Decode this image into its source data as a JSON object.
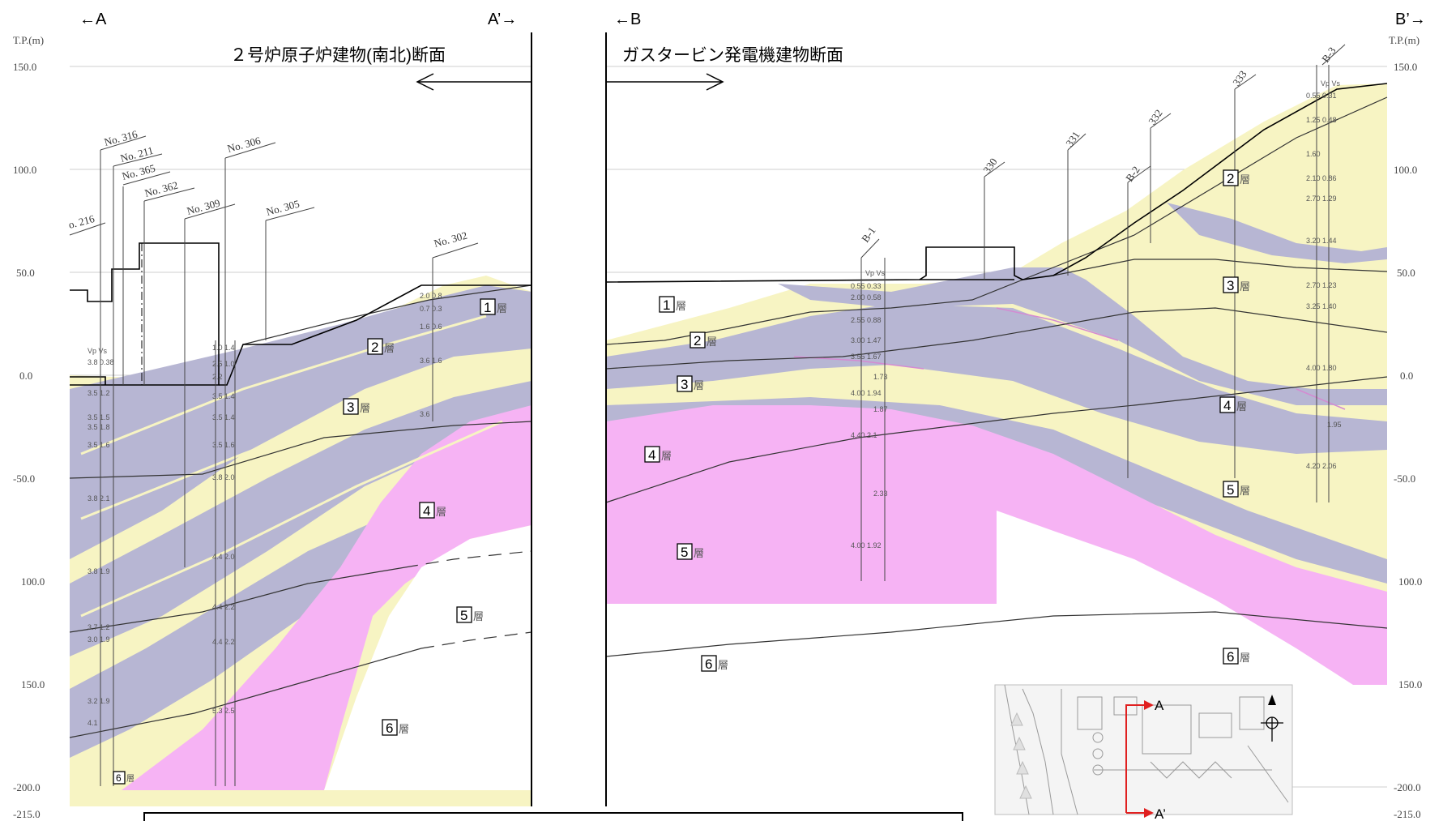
{
  "headers": {
    "a_left": "←A",
    "a_right": "A’→",
    "b_left": "←B",
    "b_right": "B’→"
  },
  "axis": {
    "unit_label": "T.P.(m)",
    "ticks": [
      "150.0",
      "100.0",
      "50.0",
      "0.0",
      "-50.0",
      "100.0",
      "150.0",
      "-200.0",
      "-215.0"
    ]
  },
  "titles": {
    "left": "２号炉原子炉建物(南北)断面",
    "right": "ガスタービン発電機建物断面"
  },
  "boreholes_left": [
    "No. 316",
    "No. 211",
    "No. 365",
    "No. 362",
    "No. 309",
    "No. 306",
    "No. 305",
    "No. 302",
    "o. 216"
  ],
  "boreholes_right": [
    "B-1",
    "330",
    "331",
    "B-2",
    "332",
    "333",
    "B-3"
  ],
  "layer_marker": "層",
  "layers_left": [
    "1",
    "2",
    "3",
    "4",
    "5",
    "6",
    "6"
  ],
  "layers_right": [
    "1",
    "2",
    "3",
    "4",
    "5",
    "6",
    "2",
    "3",
    "4",
    "5",
    "6"
  ],
  "velocity_header": "Vp Vs",
  "velocities_left_a": [
    "3.8 0.38",
    "3.5 1.2",
    "3.5 1.5",
    "3.5 1.8",
    "3.5 1.6",
    "3.8 2.1",
    "3.8 1.9",
    "3.7 1.2",
    "3.0 1.9",
    "3.2 1.9",
    "4.1"
  ],
  "velocities_left_b": [
    "1.0 1.4",
    "2.5 1.0",
    "2.2",
    "3.5 1.4",
    "3.5 1.4",
    "3.5 1.6",
    "3.8 2.0",
    "4.4 2.0",
    "4.4 2.2",
    "4.4 2.2",
    "5.3 2.5"
  ],
  "velocities_left_c": [
    "2.0 0.8",
    "0.7 0.3",
    "1.6 0.6",
    "3.6 1.6",
    "3.6"
  ],
  "velocities_b1": [
    "0.55 0.33",
    "2.00 0.58",
    "2.55 0.88",
    "3.00 1.47",
    "3.55 1.67",
    "1.73",
    "4.00 1.94",
    "1.87",
    "4.40 2.1",
    "2.33",
    "4.00 1.92"
  ],
  "velocities_b3": [
    "0.55 0.31",
    "1.25 0.48",
    "1.60",
    "2.10 0.86",
    "2.70 1.29",
    "3.20 1.44",
    "2.70 1.23",
    "3.25 1.40",
    "4.00 1.80",
    "1.95",
    "4.20 2.06"
  ],
  "inset": {
    "label_a": "A",
    "label_a_prime": "A’"
  },
  "colors": {
    "layer_purple": "#b7b6d3",
    "layer_yellow": "#f7f4c3",
    "layer_pink": "#f6b3f4",
    "inset_red": "#e02020"
  }
}
